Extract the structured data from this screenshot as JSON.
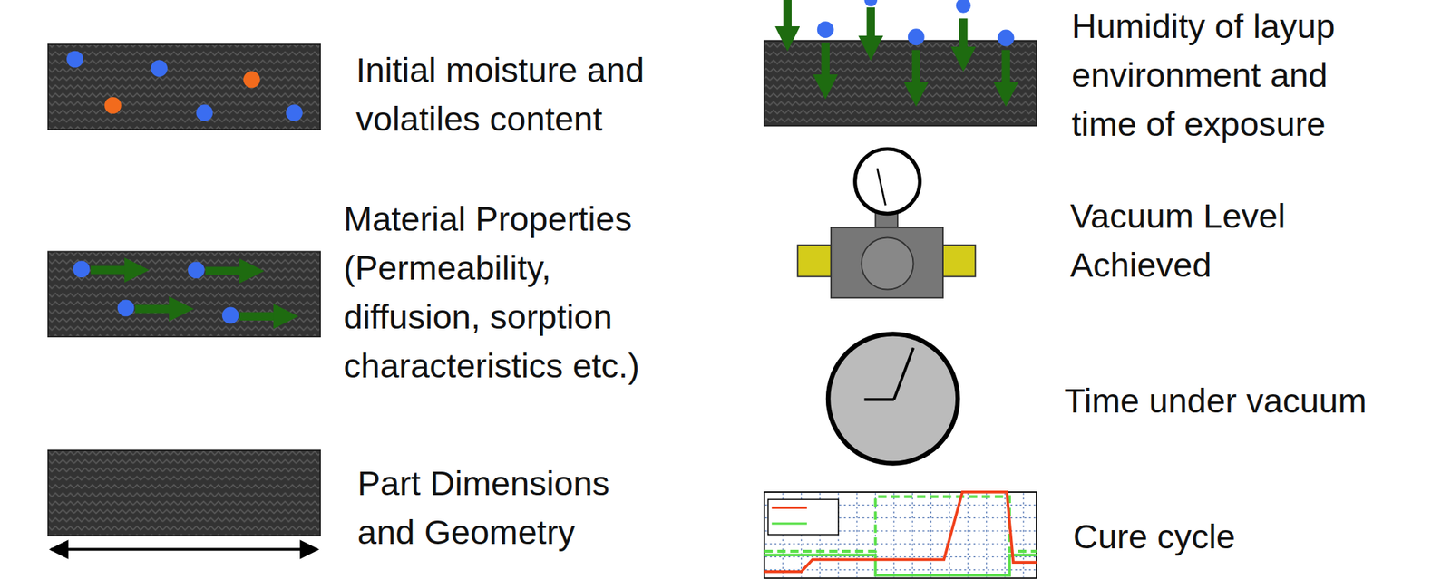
{
  "diagram": {
    "labels": [
      "Initial moisture and volatiles content",
      "Material Properties (Permeability, diffusion, sorption characteristics etc.)",
      "Part Dimensions and Geometry",
      "Humidity of layup environment and time of exposure",
      "Vacuum Level Achieved",
      "Time under vacuum",
      "Cure cycle"
    ]
  }
}
